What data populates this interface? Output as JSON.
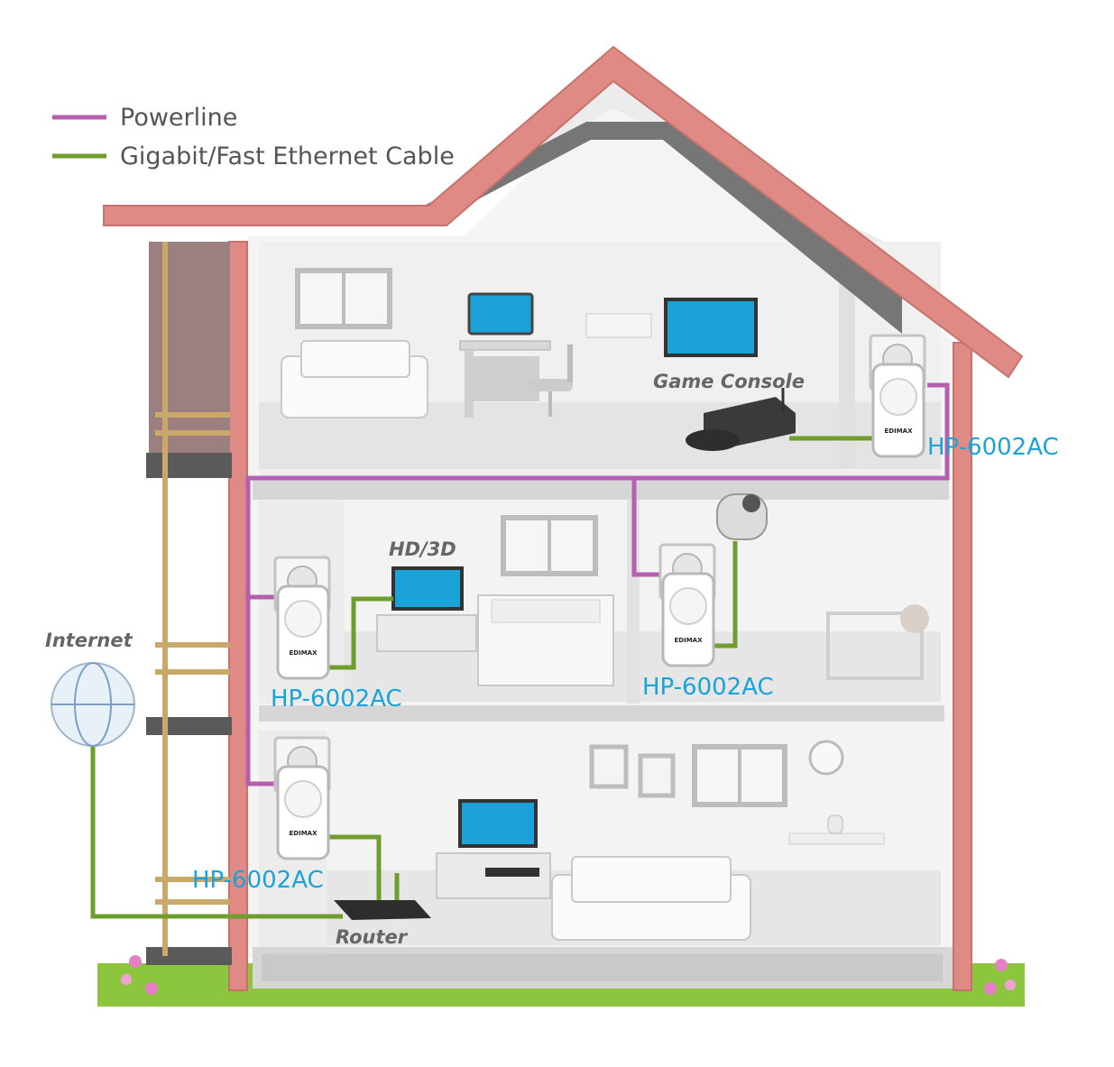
{
  "legend": {
    "powerline": {
      "label": "Powerline",
      "color": "#b45fb0"
    },
    "ethernet": {
      "label": "Gigabit/Fast Ethernet Cable",
      "color": "#6f9e2f"
    }
  },
  "labels": {
    "game_console": "Game Console",
    "hd3d": "HD/3D",
    "internet": "Internet",
    "router": "Router",
    "adapter_top": "HP-6002AC",
    "adapter_mid_left": "HP-6002AC",
    "adapter_mid_right": "HP-6002AC",
    "adapter_bottom": "HP-6002AC"
  },
  "adapter_brand": "EDIMAX",
  "colors": {
    "roof": "#e08a86",
    "roof_edge": "#c8726e",
    "eave": "#767676",
    "wall": "#f2f2f2",
    "floor": "#dadada",
    "grass": "#8cc63f",
    "screen": "#1ba3d9",
    "label_blue": "#1ba3d9"
  }
}
